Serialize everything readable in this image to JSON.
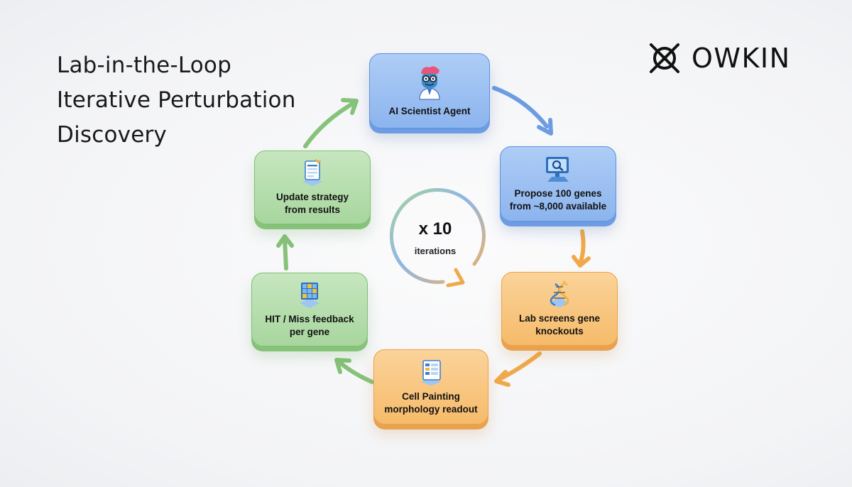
{
  "title_lines": [
    "Lab-in-the-Loop",
    "Iterative Perturbation",
    "Discovery"
  ],
  "logo": {
    "text": "OWKIN",
    "icon": "owkin-logo-icon"
  },
  "center": {
    "multiplier": "x 10",
    "caption": "iterations"
  },
  "steps": [
    {
      "label": "AI Scientist Agent",
      "icon": "scientist-avatar-icon",
      "color": "blue"
    },
    {
      "label": "Propose 100 genes\nfrom ~8,000 available",
      "icon": "computer-search-icon",
      "color": "blue"
    },
    {
      "label": "Lab screens gene\nknockouts",
      "icon": "dna-icon",
      "color": "orange"
    },
    {
      "label": "Cell Painting\nmorphology readout",
      "icon": "data-sheet-icon",
      "color": "orange"
    },
    {
      "label": "HIT / Miss feedback\nper gene",
      "icon": "grid-icon",
      "color": "green"
    },
    {
      "label": "Update strategy\nfrom results",
      "icon": "document-icon",
      "color": "green"
    }
  ],
  "colors": {
    "blue": "#6d9ce2",
    "orange": "#f0a94a",
    "green": "#86c279"
  }
}
